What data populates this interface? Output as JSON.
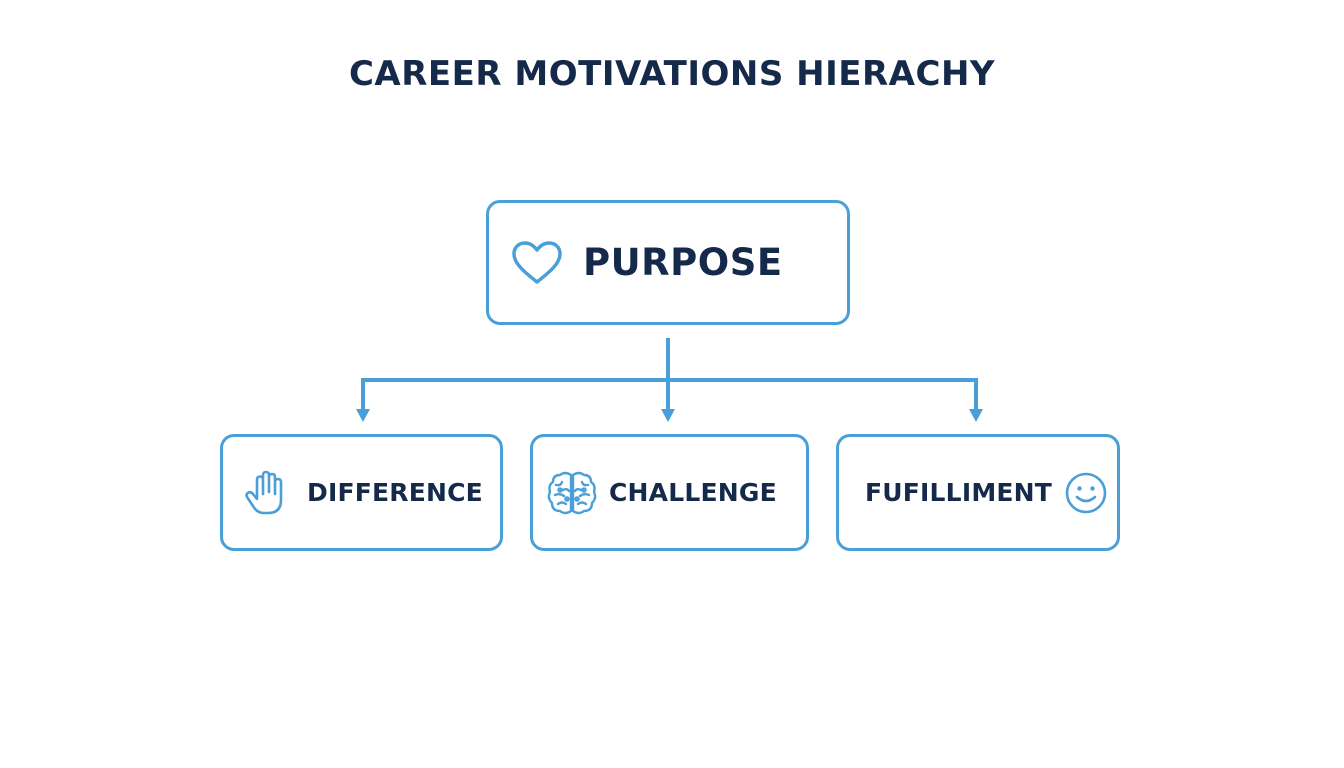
{
  "colors": {
    "accent": "#4a9fd8",
    "text": "#15294b",
    "background": "#ffffff"
  },
  "title": "CAREER MOTIVATIONS HIERACHY",
  "root": {
    "label": "PURPOSE",
    "icon": "heart-icon"
  },
  "children": [
    {
      "label": "DIFFERENCE",
      "icon": "hand-icon"
    },
    {
      "label": "CHALLENGE",
      "icon": "brain-icon"
    },
    {
      "label": "FUFILLIMENT",
      "icon": "smiley-icon"
    }
  ]
}
